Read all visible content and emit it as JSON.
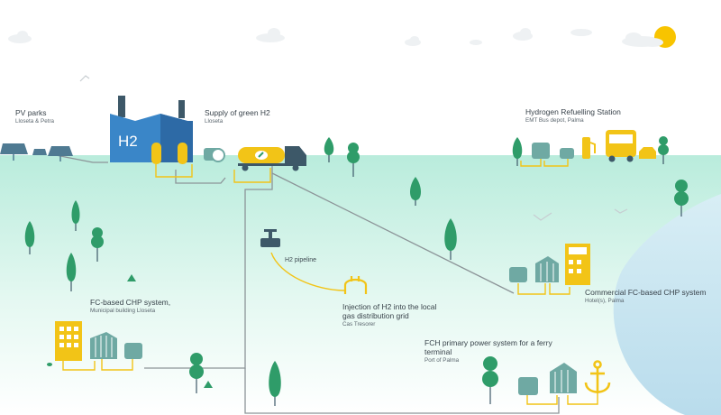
{
  "h2_plant": {
    "label": "H2"
  },
  "labels": {
    "pv_parks": {
      "title": "PV parks",
      "subtitle": "Lloseta & Petra"
    },
    "green_h2": {
      "title": "Supply of green H2",
      "subtitle": "Lloseta"
    },
    "refuelling": {
      "title": "Hydrogen Refuelling Station",
      "subtitle": "EMT Bus depot, Palma"
    },
    "pipeline": {
      "title": "H2 pipeline"
    },
    "municipal_chp": {
      "title": "FC-based CHP system,",
      "subtitle": "Municipal building Lloseta"
    },
    "injection": {
      "title_line1": "Injection of H2 into the local",
      "title_line2": "gas distribution grid",
      "subtitle": "Cas Tresorer"
    },
    "commercial_chp": {
      "title": "Commercial FC-based CHP system",
      "subtitle": "Hotel(s), Palma"
    },
    "ferry": {
      "title_line1": "FCH primary power system for a ferry",
      "title_line2": "terminal",
      "subtitle": "Port of Palma"
    }
  },
  "colors": {
    "ground": "#c4eee3",
    "sea": "#cfe8f2",
    "plant": "#3a86c8",
    "accent_yellow": "#f2c417",
    "tree": "#2f9c69",
    "tank": "#6fa9a3",
    "line": "#8c9498",
    "sun": "#f8c400"
  },
  "icons": [
    "solar-panel-icon",
    "factory-icon",
    "hydrogen-tank-icon",
    "truck-icon",
    "compressor-icon",
    "fuel-pump-icon",
    "bus-icon",
    "car-icon",
    "valve-icon",
    "fuel-cell-icon",
    "building-icon",
    "hotel-icon",
    "anchor-icon",
    "tree-icon",
    "sun-icon",
    "cloud-icon",
    "bird-icon"
  ]
}
